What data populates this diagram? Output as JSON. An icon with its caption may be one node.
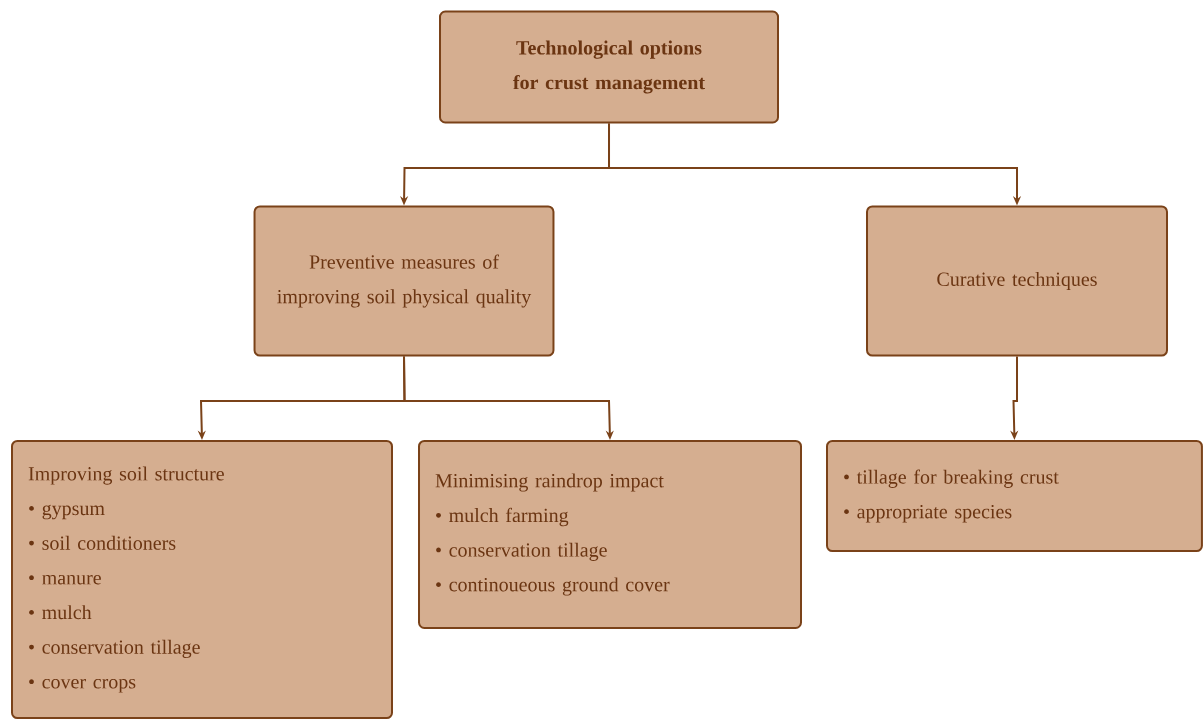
{
  "diagram": {
    "nodes": [
      {
        "text": [
          "Technological options for crust management"
        ]
      },
      {
        "text": [
          "Preventive measures of improving soil physical quality"
        ]
      },
      {
        "text": [
          "Curative techniques"
        ]
      },
      {
        "text": [
          "Improving soil structure",
          "• gypsum",
          "• soil conditioners",
          "• manure",
          "• mulch",
          "• conservation tillage",
          "• cover crops"
        ]
      },
      {
        "text": [
          "Minimising raindrop impact",
          "• mulch farming",
          "• conservation tillage",
          "• continoueous ground cover"
        ]
      },
      {
        "text": [
          "• tillage for breaking crust",
          "• appropriate species"
        ]
      }
    ],
    "edges": [
      {
        "from": 0,
        "to": 1,
        "arrow": "to"
      },
      {
        "from": 0,
        "to": 2,
        "arrow": "to"
      },
      {
        "from": 1,
        "to": 3,
        "arrow": "to"
      },
      {
        "from": 1,
        "to": 4,
        "arrow": "to"
      },
      {
        "from": 2,
        "to": 5,
        "arrow": "to"
      }
    ]
  }
}
